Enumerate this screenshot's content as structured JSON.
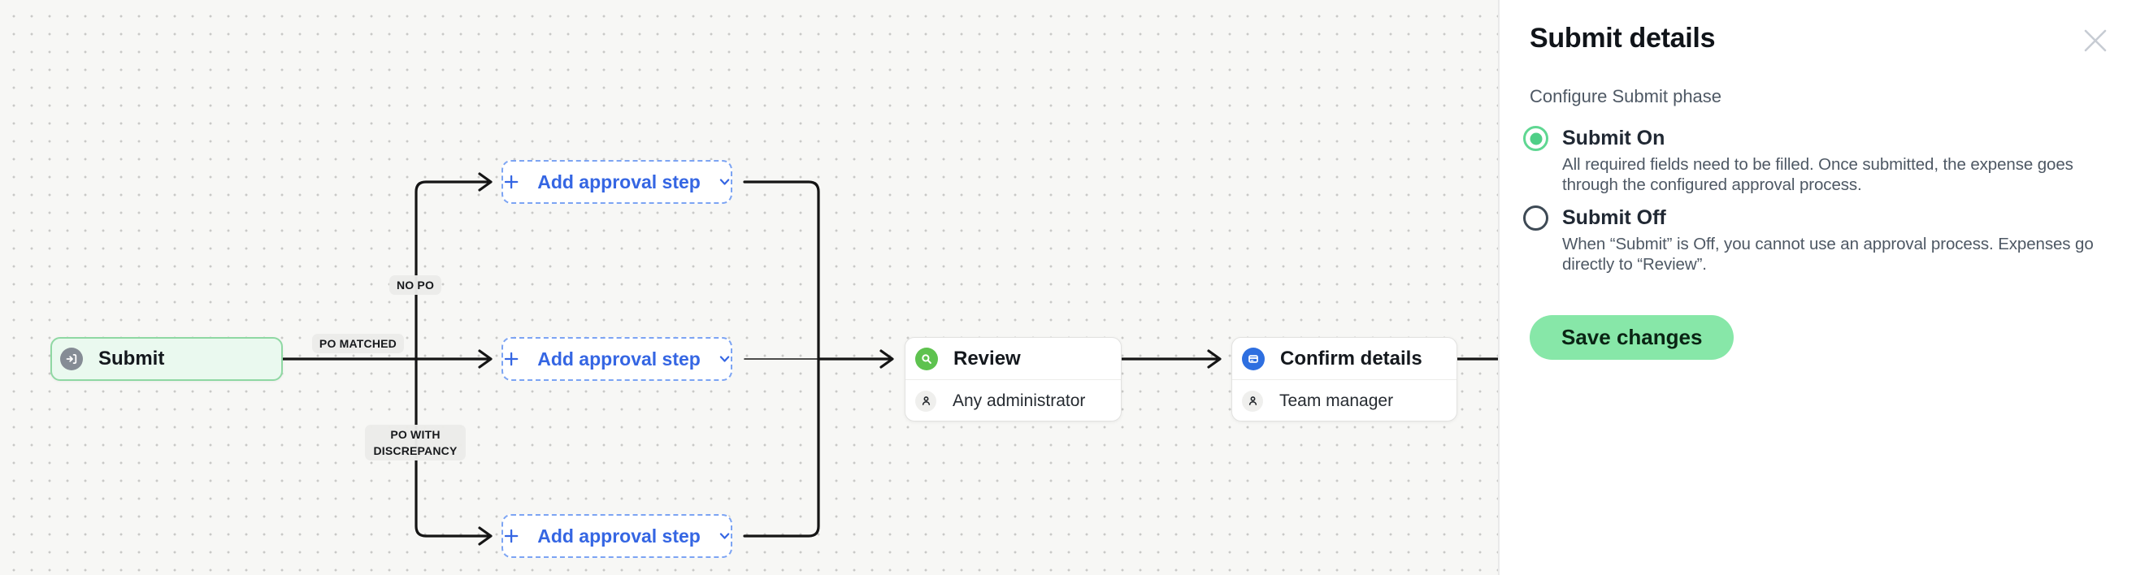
{
  "workflow": {
    "submit_node": {
      "label": "Submit"
    },
    "add_step_label": "Add approval step",
    "branch_labels": {
      "no_po": "NO PO",
      "po_matched": "PO MATCHED",
      "po_discrepancy": "PO WITH DISCREPANCY"
    },
    "review_node": {
      "title": "Review",
      "assignee": "Any administrator"
    },
    "confirm_node": {
      "title": "Confirm details",
      "assignee": "Team manager"
    }
  },
  "panel": {
    "title": "Submit details",
    "subtitle": "Configure Submit phase",
    "options": [
      {
        "label": "Submit On",
        "description": "All required fields need to be filled. Once submitted, the expense goes through the configured approval process.",
        "selected": true
      },
      {
        "label": "Submit Off",
        "description": "When “Submit” is Off, you cannot use an approval process. Expenses go directly to “Review”.",
        "selected": false
      }
    ],
    "save_button": "Save changes"
  },
  "colors": {
    "canvas_bg": "#f7f7f5",
    "edge": "#151515",
    "flow_blue": "#3566e3",
    "submit_node_green_bg": "#eaf9ef",
    "submit_node_green_border": "#8fd8a3",
    "review_icon_green": "#5ec24f",
    "confirm_icon_blue": "#2e6fe0",
    "radio_selected_green": "#4fcf87",
    "save_button_green": "#87e7a8"
  }
}
